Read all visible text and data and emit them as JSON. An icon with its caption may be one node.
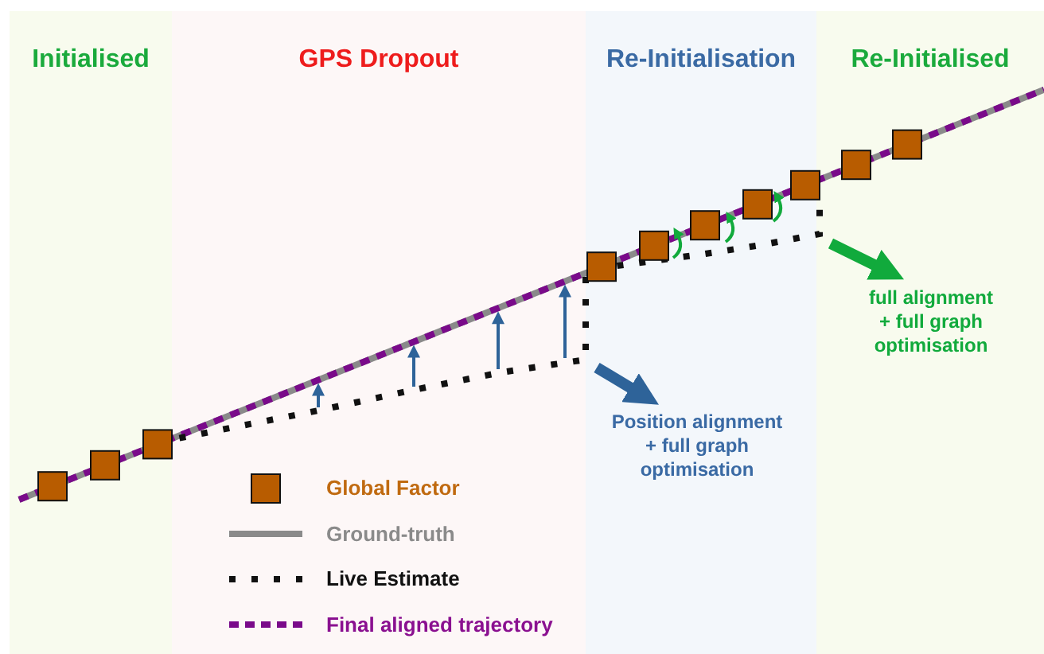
{
  "diagram": {
    "nodes": [
      {
        "text": [
          "Initialised"
        ]
      },
      {
        "text": [
          "GPS Dropout"
        ]
      },
      {
        "text": [
          "Re-Initialisation"
        ]
      },
      {
        "text": [
          "Re-Initialised"
        ]
      },
      {
        "text": [
          "Position alignment + full graph optimisation"
        ],
        "in": 2
      },
      {
        "text": [
          "full alignment + full graph optimisation"
        ],
        "in": 3
      }
    ],
    "edges": [
      {
        "from": null,
        "to": 4,
        "arrow": "to",
        "color": "#2e6399"
      },
      {
        "from": null,
        "to": 5,
        "arrow": "to",
        "color": "#11aa3c"
      }
    ],
    "legend": [
      {
        "text": "Global Factor"
      },
      {
        "text": "Ground-truth"
      },
      {
        "text": "Live Estimate"
      },
      {
        "text": "Final aligned trajectory"
      }
    ]
  }
}
